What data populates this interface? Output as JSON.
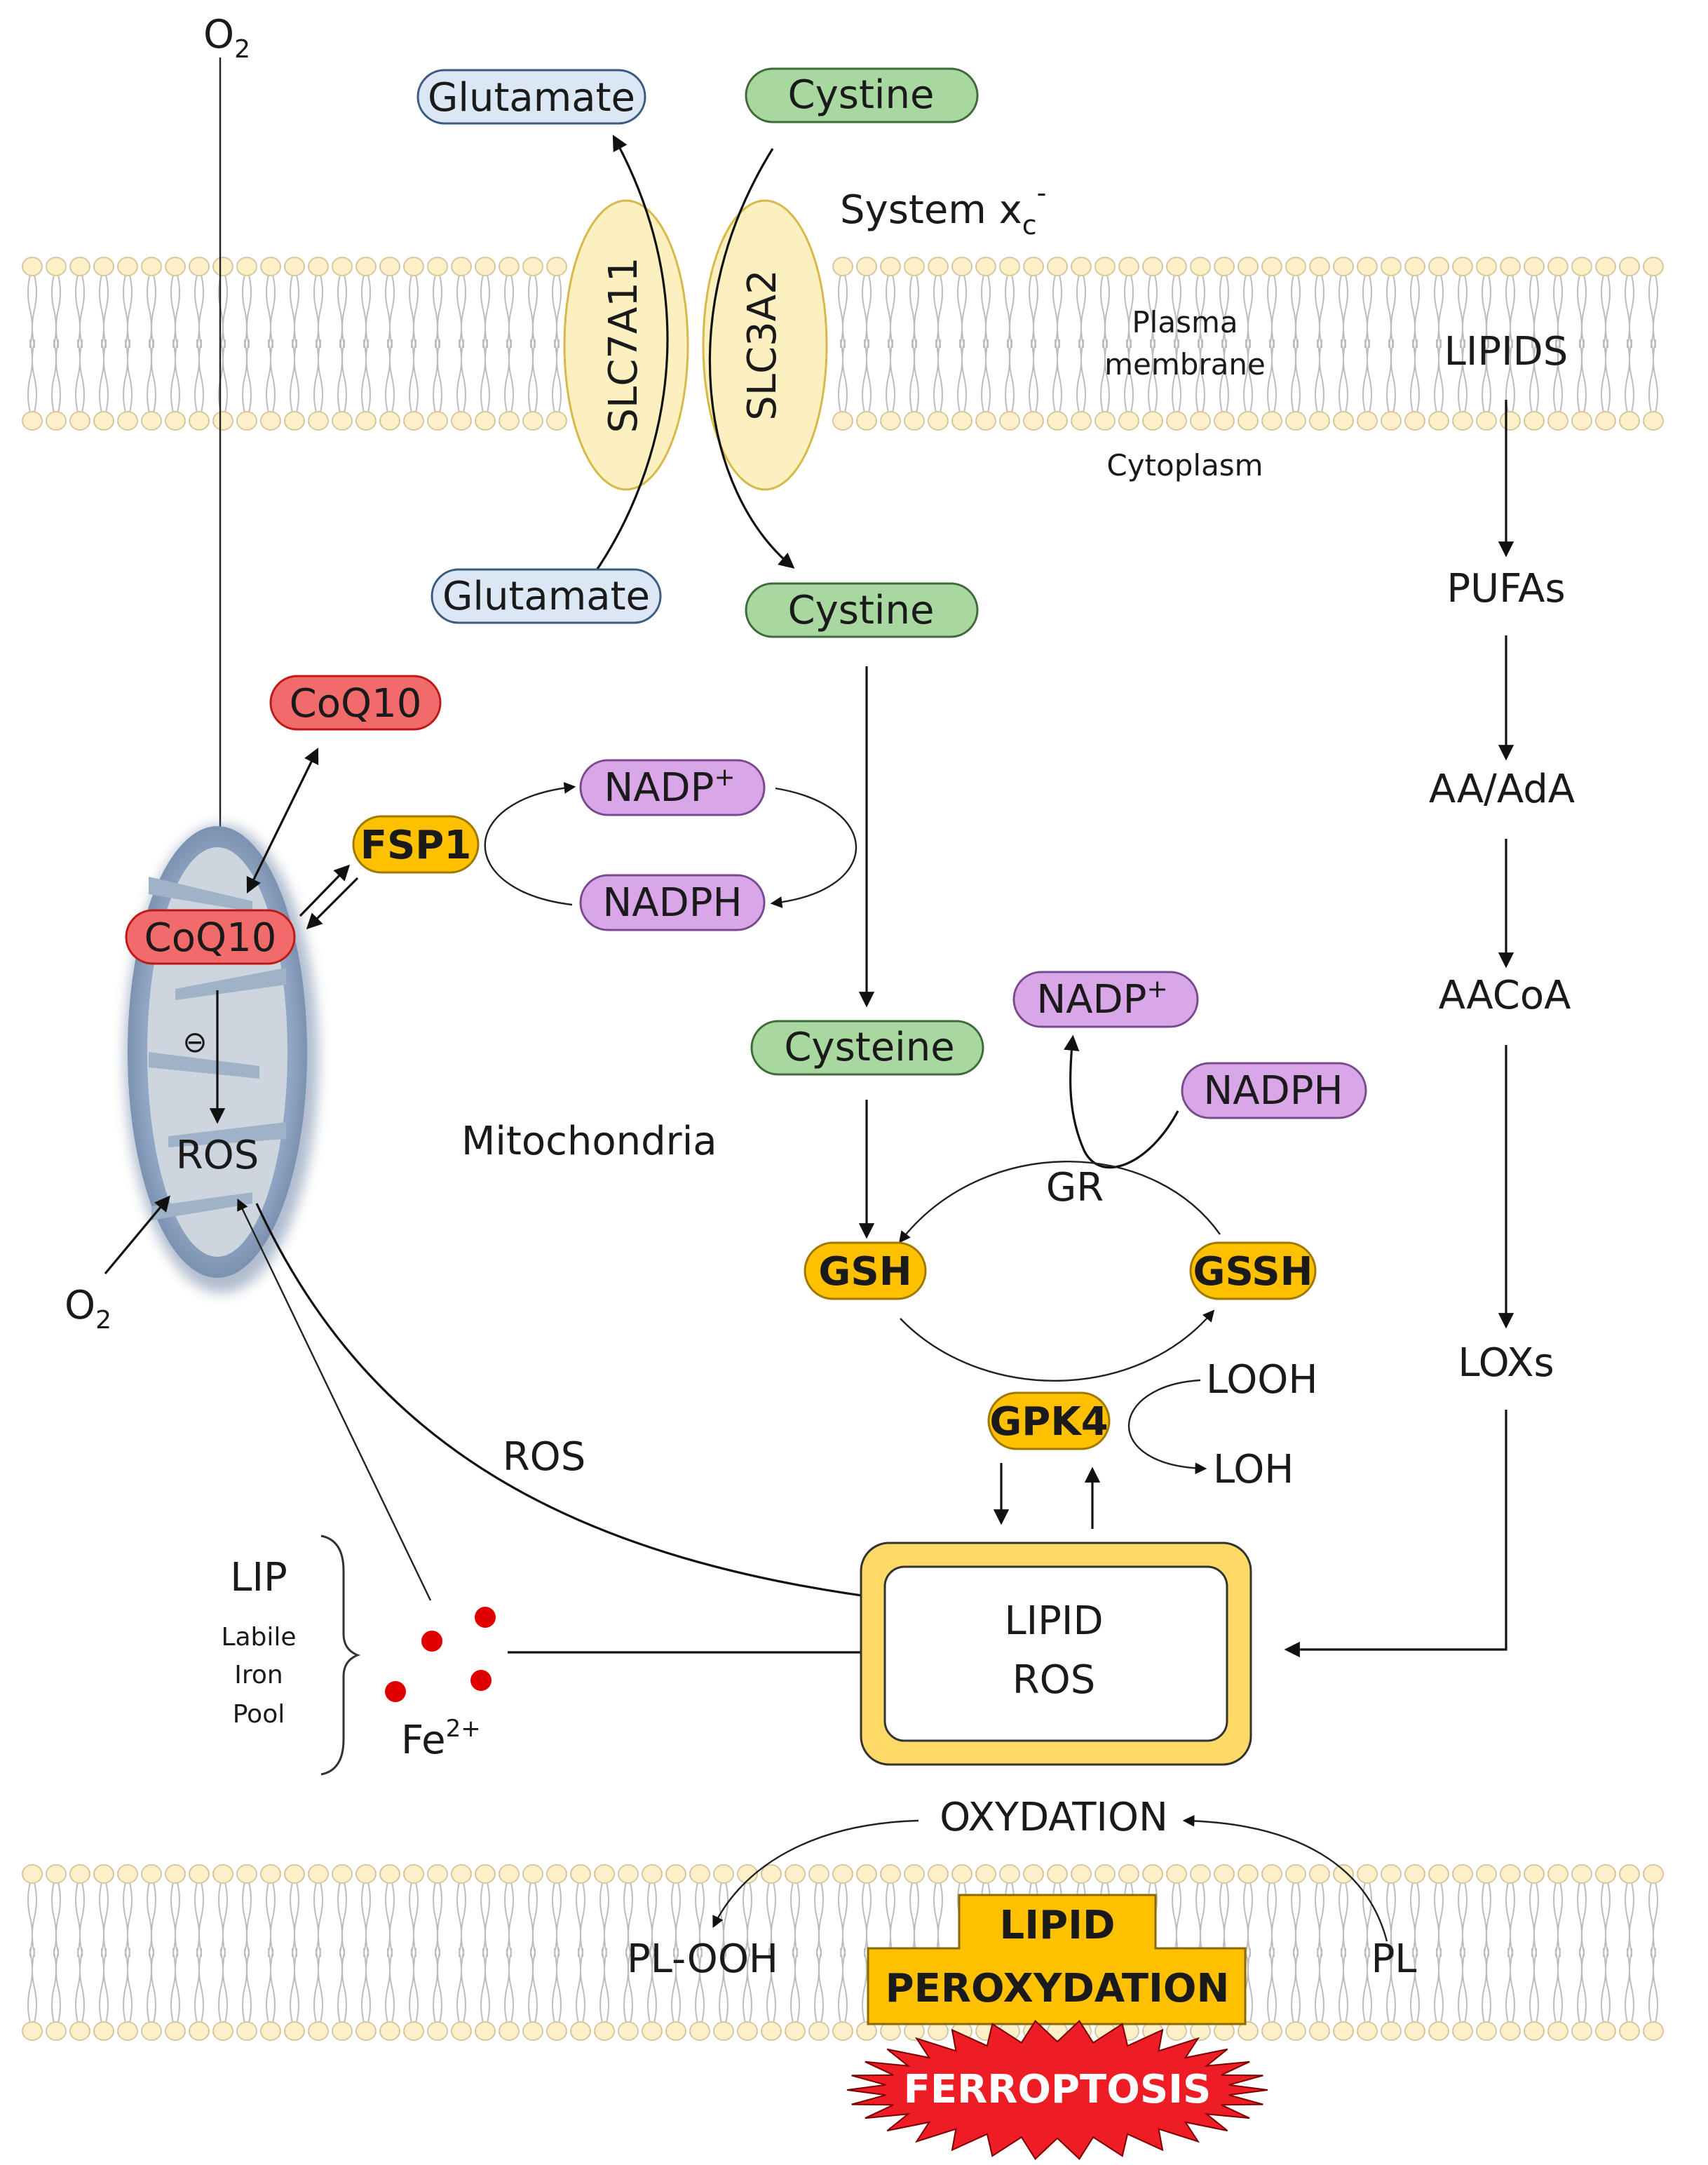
{
  "title": "Ferroptosis regulatory pathways",
  "colors": {
    "glutamate_fill": "#dce7f5",
    "glutamate_stroke": "#3d5a80",
    "cystine_fill": "#a8d8a0",
    "cystine_stroke": "#3f6b3a",
    "coq10_fill": "#f26b6b",
    "coq10_stroke": "#c01818",
    "nadp_fill": "#d9a6e8",
    "nadp_stroke": "#7a4a8f",
    "enzyme_fill": "#ffc000",
    "enzyme_stroke": "#a07a00",
    "transporter_fill": "#fdf0c0",
    "transporter_stroke": "#d9b84a",
    "membrane_head": "#fdf0c8",
    "membrane_head_stroke": "#d6c8a0",
    "membrane_tail": "#bdbdbd",
    "mito_fill": "#8fa6c4",
    "mito_inner": "#cdd5de",
    "iron": "#e00000",
    "lipid_box_border": "#ffd966",
    "ferroptosis_fill": "#ee1c24"
  },
  "extracellular": {
    "o2_top": {
      "main": "O",
      "sub": "2"
    },
    "glutamate_out": "Glutamate",
    "cystine_out": "Cystine",
    "system_label": {
      "main": "System x",
      "sub": "c",
      "sup": "-"
    }
  },
  "membrane": {
    "plasma_label_line1": "Plasma",
    "plasma_label_line2": "membrane",
    "lipids": "LIPIDS",
    "cytoplasm": "Cytoplasm",
    "transporters": [
      "SLC7A11",
      "SLC3A2"
    ]
  },
  "cytoplasm": {
    "glutamate_in": "Glutamate",
    "cystine_in": "Cystine",
    "cysteine": "Cysteine",
    "coq10_outer": "CoQ10",
    "coq10_inner": "CoQ10",
    "fsp1": "FSP1",
    "nadp_fsp1": {
      "main": "NADP",
      "sup": "+"
    },
    "nadph_fsp1": "NADPH",
    "mitochondria_label": "Mitochondria",
    "mito_ros": "ROS",
    "inhibition_symbol": "⊖",
    "o2_lower": {
      "main": "O",
      "sub": "2"
    },
    "nadp_gr": {
      "main": "NADP",
      "sup": "+"
    },
    "nadph_gr": "NADPH",
    "gr": "GR",
    "gsh": "GSH",
    "gssh": "GSSH",
    "gpk4": "GPK4",
    "looh": "LOOH",
    "loh": "LOH",
    "ros_label": "ROS",
    "lip": {
      "title": "LIP",
      "line1": "Labile",
      "line2": "Iron",
      "line3": "Pool",
      "iron": {
        "main": "Fe",
        "sup": "2+"
      }
    },
    "lipid_ros": {
      "line1": "LIPID",
      "line2": "ROS"
    },
    "lipid_pathway": [
      "PUFAs",
      "AA/AdA",
      "AACoA",
      "LOXs"
    ]
  },
  "bottom": {
    "oxydation": "OXYDATION",
    "pl_ooh": "PL-OOH",
    "pl": "PL",
    "lipid_peroxidation_line1": "LIPID",
    "lipid_peroxidation_line2": "PEROXYDATION",
    "ferroptosis": "FERROPTOSIS"
  }
}
